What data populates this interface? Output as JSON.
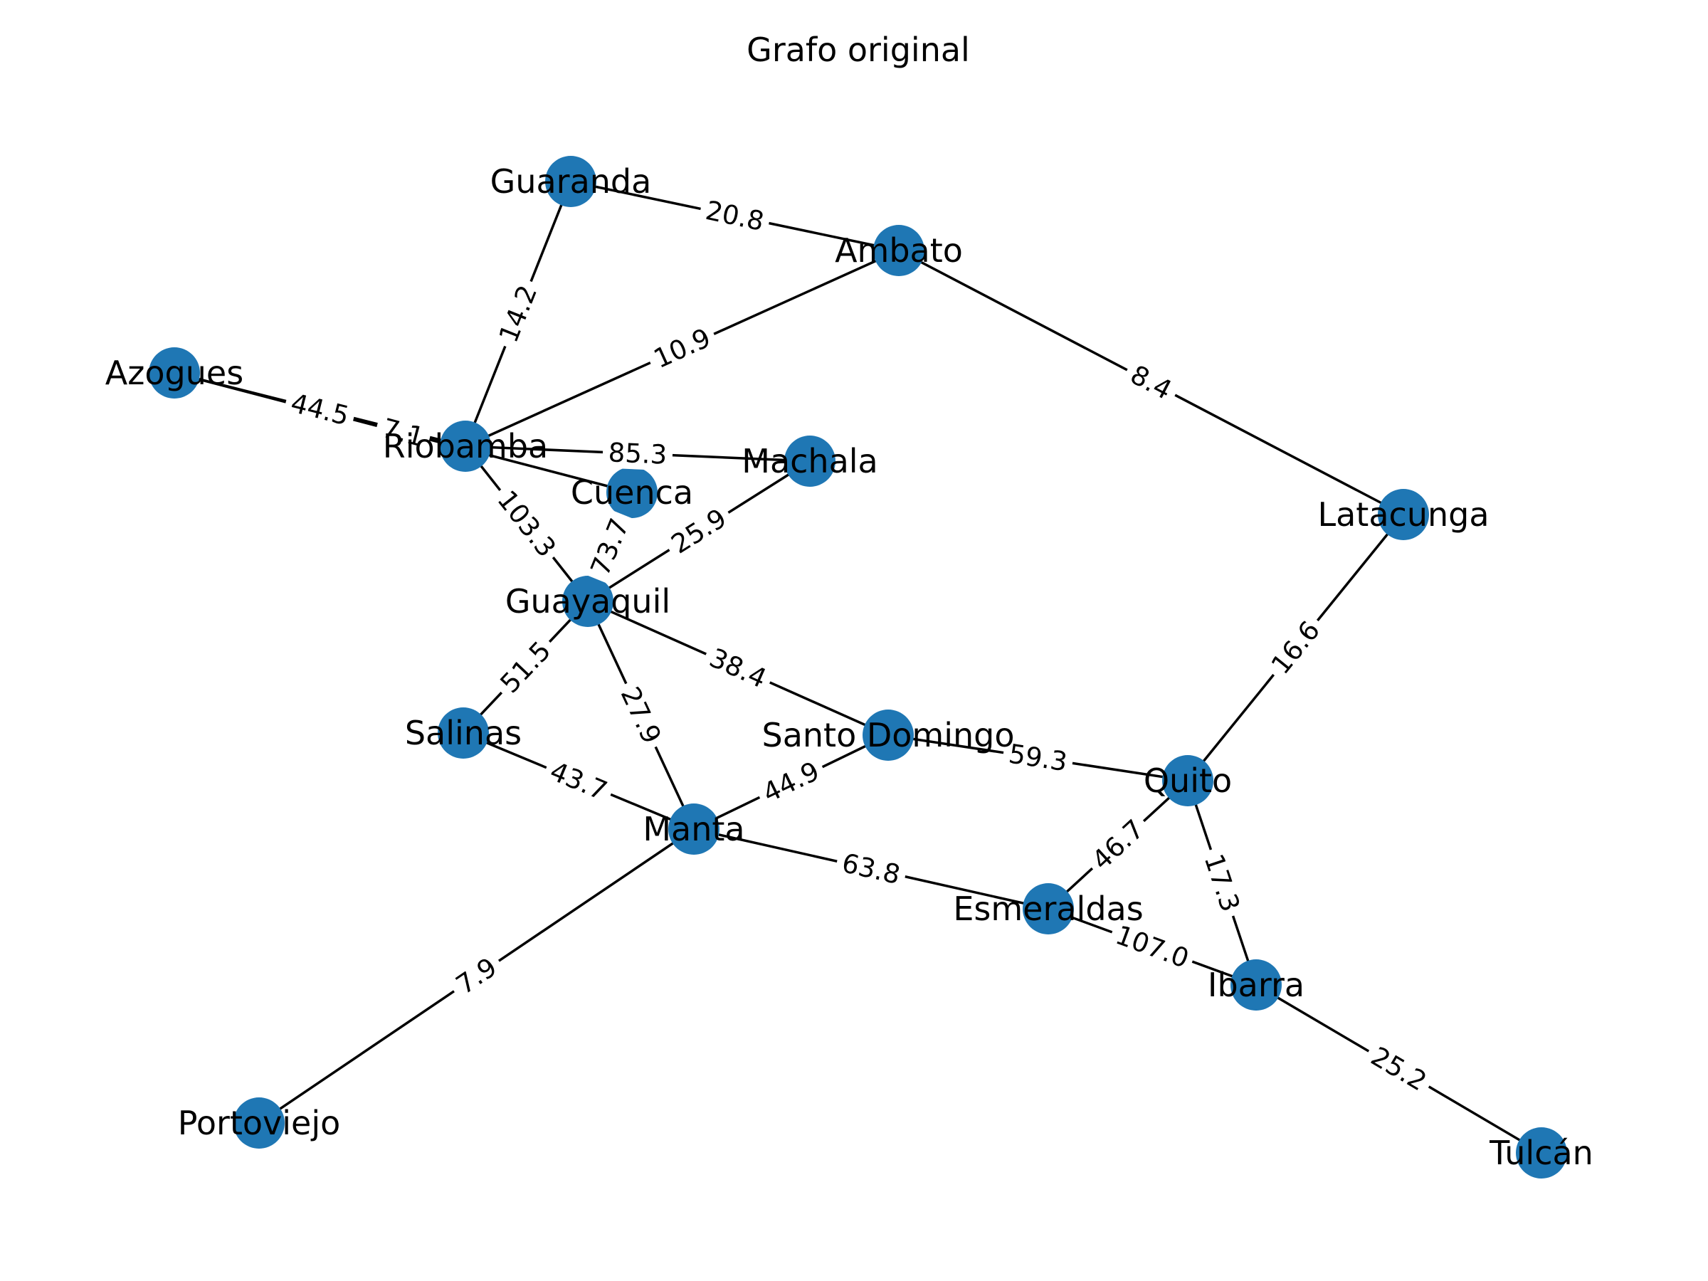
{
  "title": "Grafo original",
  "colors": {
    "node": "#1f77b4",
    "edge": "#000000",
    "background": "#ffffff"
  },
  "nodes": [
    {
      "id": "Guaranda",
      "label": "Guaranda"
    },
    {
      "id": "Ambato",
      "label": "Ambato"
    },
    {
      "id": "Azogues",
      "label": "Azogues"
    },
    {
      "id": "Riobamba",
      "label": "Riobamba"
    },
    {
      "id": "Machala",
      "label": "Machala"
    },
    {
      "id": "Cuenca",
      "label": "Cuenca"
    },
    {
      "id": "Latacunga",
      "label": "Latacunga"
    },
    {
      "id": "Guayaquil",
      "label": "Guayaquil"
    },
    {
      "id": "Salinas",
      "label": "Salinas"
    },
    {
      "id": "SantoDomingo",
      "label": "Santo Domingo"
    },
    {
      "id": "Quito",
      "label": "Quito"
    },
    {
      "id": "Manta",
      "label": "Manta"
    },
    {
      "id": "Esmeraldas",
      "label": "Esmeraldas"
    },
    {
      "id": "Ibarra",
      "label": "Ibarra"
    },
    {
      "id": "Portoviejo",
      "label": "Portoviejo"
    },
    {
      "id": "Tulcan",
      "label": "Tulcán"
    }
  ],
  "edges": [
    {
      "source": "Guaranda",
      "target": "Ambato",
      "weight": "20.8"
    },
    {
      "source": "Guaranda",
      "target": "Riobamba",
      "weight": "14.2"
    },
    {
      "source": "Ambato",
      "target": "Riobamba",
      "weight": "10.9"
    },
    {
      "source": "Ambato",
      "target": "Latacunga",
      "weight": "8.4"
    },
    {
      "source": "Azogues",
      "target": "Riobamba",
      "weight": "44.5"
    },
    {
      "source": "Azogues",
      "target": "Cuenca",
      "weight": "7.1"
    },
    {
      "source": "Riobamba",
      "target": "Machala",
      "weight": "85.3"
    },
    {
      "source": "Riobamba",
      "target": "Guayaquil",
      "weight": "103.3"
    },
    {
      "source": "Cuenca",
      "target": "Guayaquil",
      "weight": "73.7"
    },
    {
      "source": "Machala",
      "target": "Guayaquil",
      "weight": "25.9"
    },
    {
      "source": "Latacunga",
      "target": "Quito",
      "weight": "16.6"
    },
    {
      "source": "Guayaquil",
      "target": "SantoDomingo",
      "weight": "38.4"
    },
    {
      "source": "Guayaquil",
      "target": "Salinas",
      "weight": "51.5"
    },
    {
      "source": "Guayaquil",
      "target": "Manta",
      "weight": "27.9"
    },
    {
      "source": "Salinas",
      "target": "Manta",
      "weight": "43.7"
    },
    {
      "source": "SantoDomingo",
      "target": "Manta",
      "weight": "44.9"
    },
    {
      "source": "SantoDomingo",
      "target": "Quito",
      "weight": "59.3"
    },
    {
      "source": "Quito",
      "target": "Esmeraldas",
      "weight": "46.7"
    },
    {
      "source": "Quito",
      "target": "Ibarra",
      "weight": "17.3"
    },
    {
      "source": "Manta",
      "target": "Esmeraldas",
      "weight": "63.8"
    },
    {
      "source": "Manta",
      "target": "Portoviejo",
      "weight": "7.9"
    },
    {
      "source": "Esmeraldas",
      "target": "Ibarra",
      "weight": "107.0"
    },
    {
      "source": "Ibarra",
      "target": "Tulcan",
      "weight": "25.2"
    }
  ]
}
